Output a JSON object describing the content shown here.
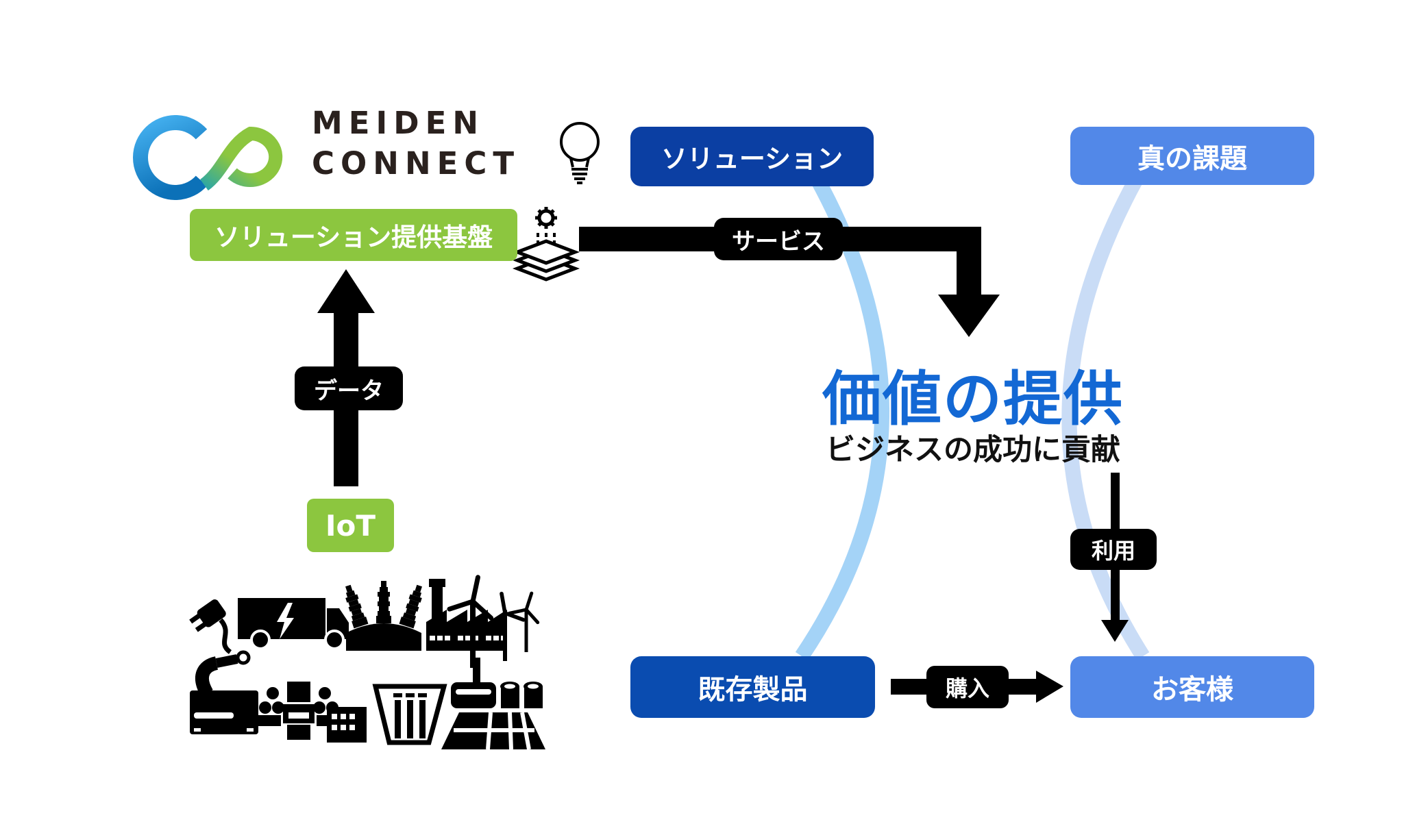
{
  "brand": {
    "line1": "MEIDEN",
    "line2": "CONNECT"
  },
  "nodes": {
    "platform": {
      "label": "ソリューション提供基盤",
      "color": "#8CC63F"
    },
    "iot": {
      "label": "IoT",
      "color": "#8CC63F"
    },
    "solution": {
      "label": "ソリューション",
      "color": "#0B3FA3"
    },
    "true_issue": {
      "label": "真の課題",
      "color": "#5288E8"
    },
    "existing_product": {
      "label": "既存製品",
      "color": "#0A4CB0"
    },
    "customer": {
      "label": "お客様",
      "color": "#5288E8"
    }
  },
  "arrow_labels": {
    "service": "サービス",
    "data": "データ",
    "use": "利用",
    "purchase": "購入"
  },
  "center": {
    "title": "価値の提供",
    "subtitle": "ビジネスの成功に貢献",
    "title_color": "#1368D4"
  },
  "colors": {
    "arrow_black": "#000000",
    "curve_left": "#A4D3F7",
    "curve_right": "#C9DCF6",
    "logo_blue_top": "#45B1F0",
    "logo_blue_bottom": "#0C71B8",
    "logo_green": "#8CC63F"
  },
  "decor_icons": [
    "infinity-logo-icon",
    "lightbulb-icon",
    "layers-gear-icon"
  ],
  "equipment_icons": [
    "power-plug",
    "electric-truck",
    "transformer-bushings",
    "factory",
    "wind-turbines",
    "robot-arm",
    "industrial-equipment",
    "hydro-power-building",
    "water-treatment-plant"
  ]
}
